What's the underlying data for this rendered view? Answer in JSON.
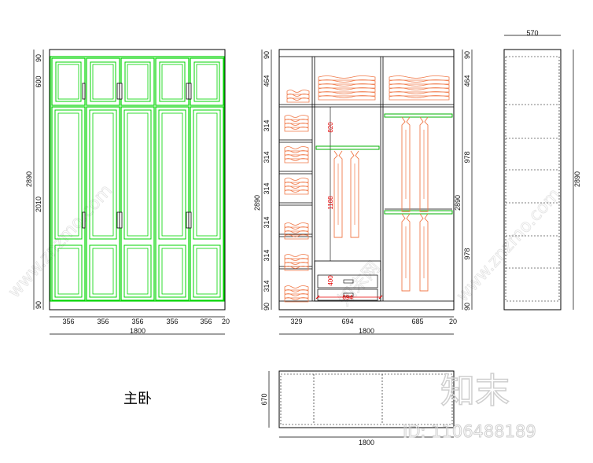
{
  "drawing_title": "主卧",
  "watermark": {
    "brand": "知末",
    "id_text": "ID: 1106488189",
    "site": "www.znzmo.com",
    "site_cn": "知末网"
  },
  "front_elevation": {
    "top_dims": [
      "90",
      "600",
      "2010",
      "90"
    ],
    "total_height": "2890",
    "bottom_dims": [
      "356",
      "356",
      "356",
      "356",
      "356",
      "20"
    ],
    "total_width": "1800"
  },
  "interior_elevation": {
    "left_dims": [
      "464",
      "314",
      "314",
      "314",
      "314",
      "314",
      "314",
      "90"
    ],
    "top_left": "90",
    "total_height": "2890",
    "right_dims": [
      "90",
      "464",
      "978",
      "978",
      "90"
    ],
    "right_total": "2890",
    "bottom_dims": [
      "329",
      "694",
      "685",
      "20"
    ],
    "total_width": "1800",
    "red_dims": [
      "820",
      "1188",
      "400",
      "694"
    ]
  },
  "side_elevation": {
    "top_dim": "570",
    "total_height": "2890"
  },
  "plan_view": {
    "depth_dim": "670",
    "width_dim": "1800"
  },
  "colors": {
    "door_green": "#00d400",
    "line": "#000000",
    "hanger_orange": "#f07a4a",
    "dim_red": "#e60000",
    "rail_green": "#00b000"
  }
}
